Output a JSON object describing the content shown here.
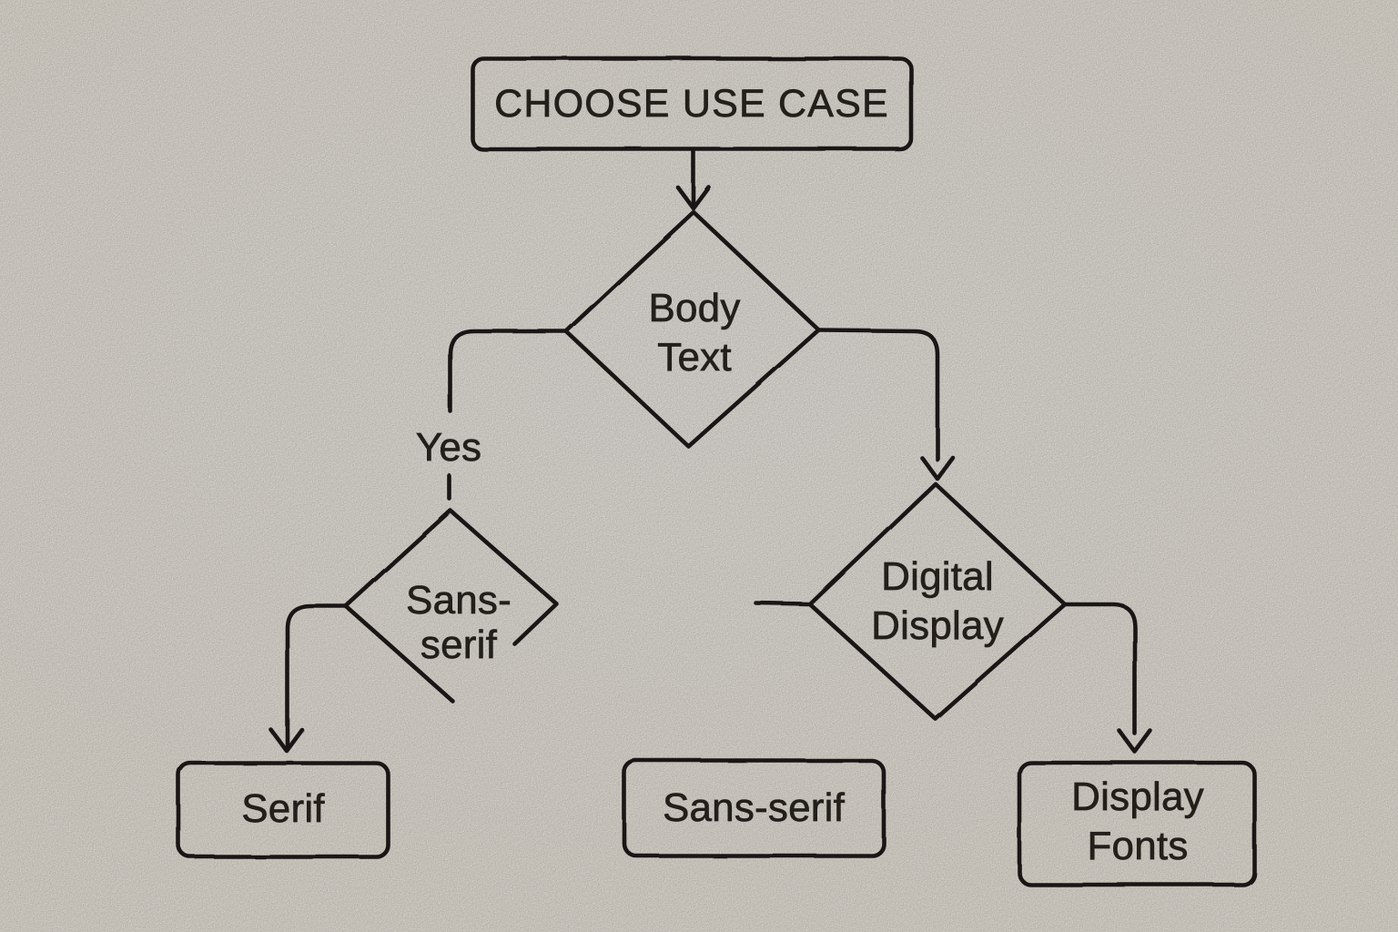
{
  "palette": {
    "background": "#f7f2e8",
    "ink": "#231f1a"
  },
  "diagram": {
    "type": "flowchart",
    "nodes": [
      {
        "id": "choose-use-case",
        "shape": "rounded-rect",
        "label": "CHOOSE USE CASE"
      },
      {
        "id": "body-text",
        "shape": "diamond",
        "label": "Body\nText"
      },
      {
        "id": "sans-serif-question",
        "shape": "diamond",
        "label": "Sans-\nserif"
      },
      {
        "id": "digital-display",
        "shape": "diamond",
        "label": "Digital\nDisplay"
      },
      {
        "id": "serif-result",
        "shape": "rounded-rect",
        "label": "Serif"
      },
      {
        "id": "sans-serif-result",
        "shape": "rounded-rect",
        "label": "Sans-serif"
      },
      {
        "id": "display-fonts-result",
        "shape": "rounded-rect",
        "label": "Display\nFonts"
      }
    ],
    "edges": [
      {
        "from": "choose-use-case",
        "to": "body-text",
        "label": ""
      },
      {
        "from": "body-text",
        "to": "sans-serif-question",
        "label": "Yes"
      },
      {
        "from": "body-text",
        "to": "digital-display",
        "label": ""
      },
      {
        "from": "sans-serif-question",
        "to": "serif-result",
        "label": ""
      },
      {
        "from": "digital-display",
        "to": "display-fonts-result",
        "label": ""
      }
    ]
  }
}
